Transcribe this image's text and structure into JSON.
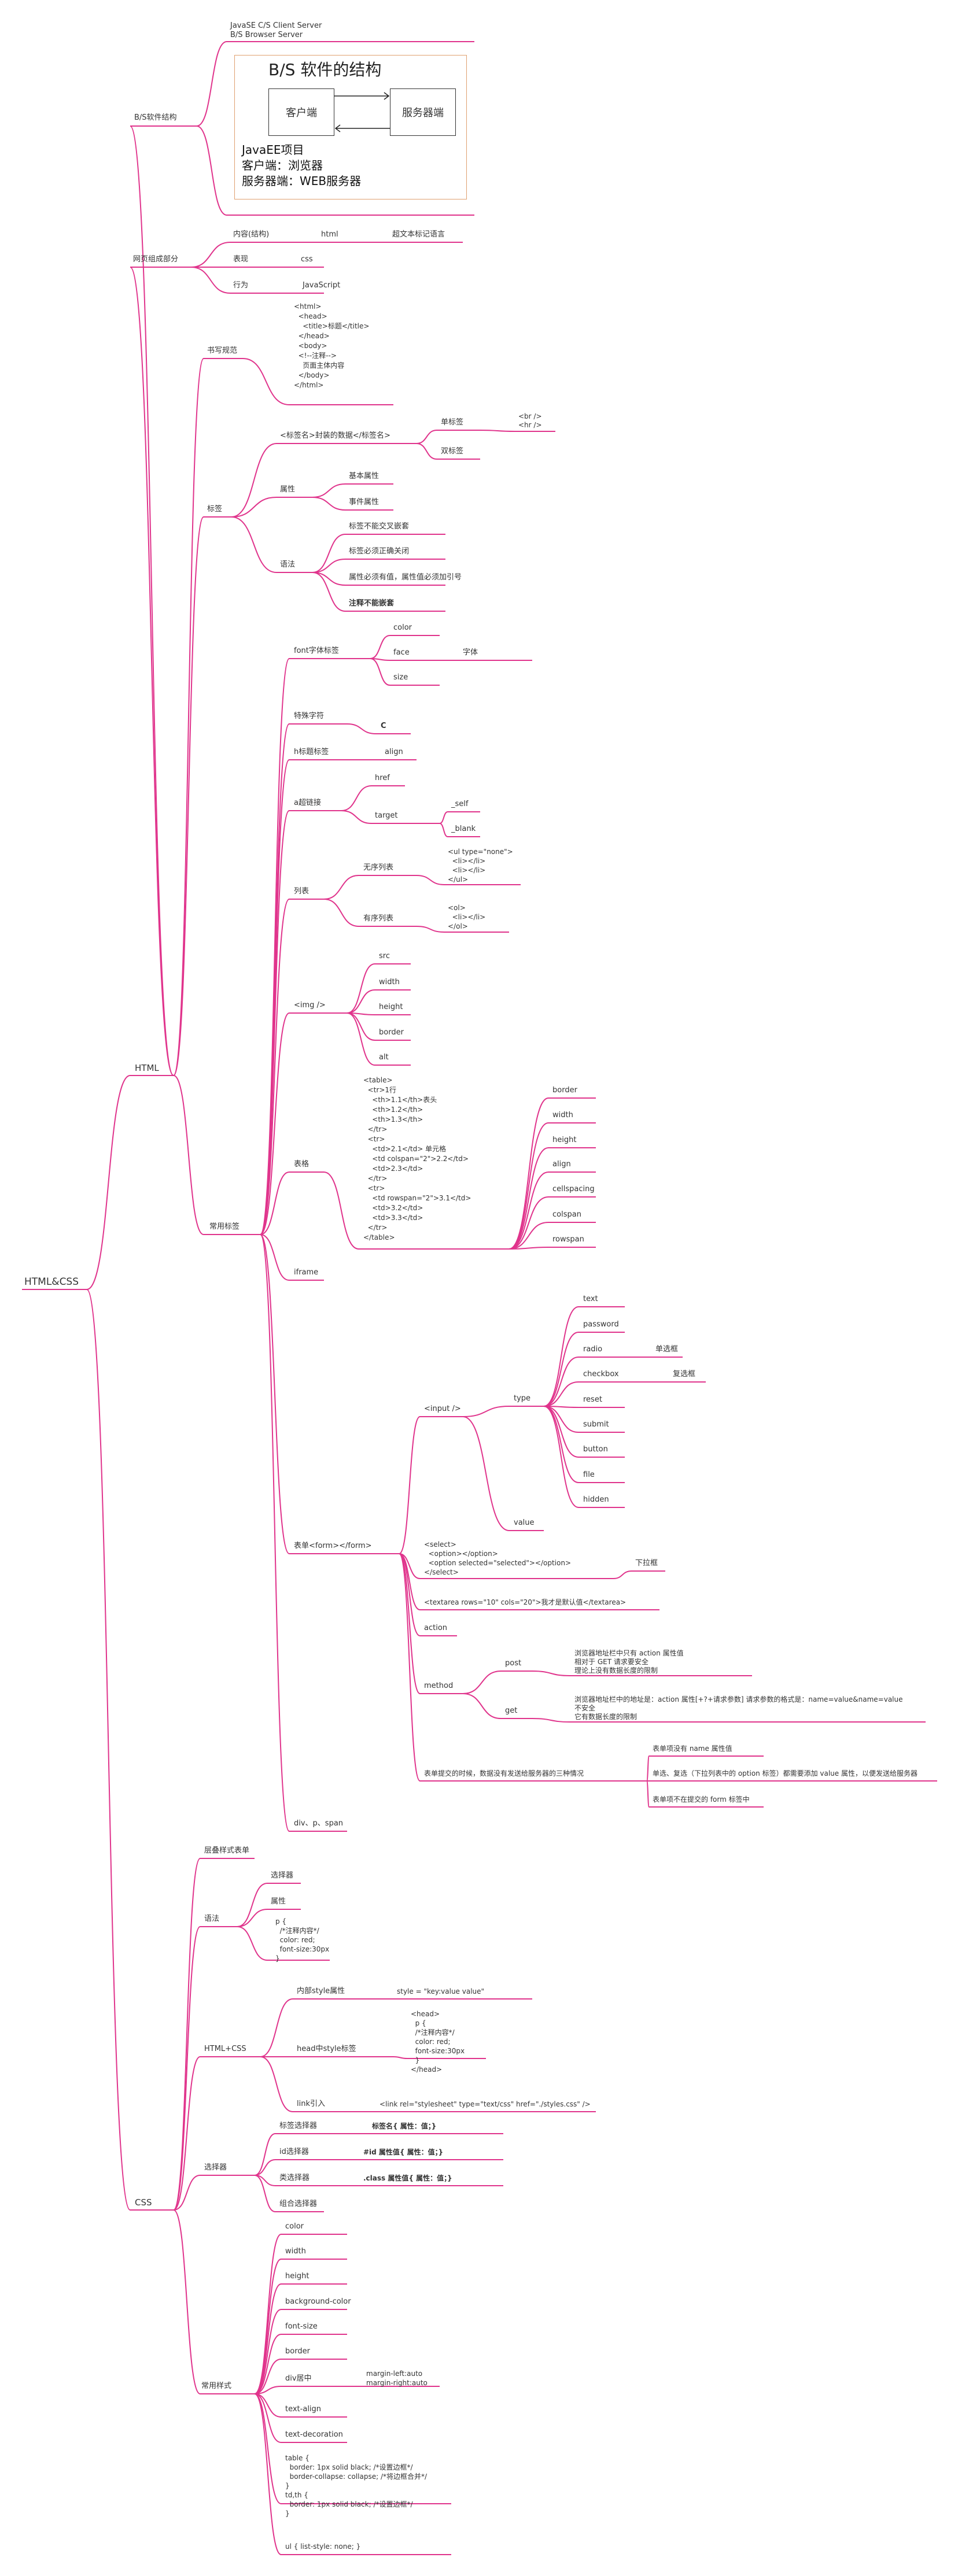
{
  "root": "HTML&CSS",
  "html": {
    "label": "HTML",
    "bs": {
      "label": "B/S软件结构",
      "items": [
        "JavaSE C/S Client Server",
        "B/S Browser Server"
      ],
      "diagram": {
        "title": "B/S 软件的结构",
        "client": "客户端",
        "server": "服务器端",
        "lines": [
          "JavaEE项目",
          "客户端：浏览器",
          "服务器端：WEB服务器"
        ]
      }
    },
    "parts": {
      "label": "网页组成部分",
      "rows": [
        {
          "name": "内容(结构)",
          "tech": "html",
          "note": "超文本标记语言"
        },
        {
          "name": "表现",
          "tech": "css"
        },
        {
          "name": "行为",
          "tech": "JavaScript"
        }
      ]
    },
    "spec": {
      "label": "书写规范",
      "code": "<html>\n  <head>\n    <title>标题</title>\n  </head>\n  <body>\n  <!--注释-->\n    页面主体内容\n  </body>\n</html>"
    },
    "tag": {
      "label": "标签",
      "format": "<标签名>封装的数据</标签名>",
      "single": "单标签",
      "single_ex": "<br />\n<hr />",
      "double": "双标签",
      "attr": "属性",
      "attr_items": [
        "基本属性",
        "事件属性"
      ],
      "syntax": "语法",
      "syntax_items": [
        "标签不能交叉嵌套",
        "标签必须正确关闭",
        "属性必须有值，属性值必须加引号",
        "注释不能嵌套"
      ]
    },
    "common": {
      "label": "常用标签",
      "font": {
        "label": "font字体标签",
        "items": [
          "color",
          "face",
          "size"
        ],
        "face_note": "字体"
      },
      "special": {
        "label": "特殊字符",
        "item": "C"
      },
      "heading": {
        "label": "h标题标签",
        "item": "align"
      },
      "a": {
        "label": "a超链接",
        "href": "href",
        "target": "target",
        "targets": [
          "_self",
          "_blank"
        ]
      },
      "list": {
        "label": "列表",
        "ul": "无序列表",
        "ul_code": "<ul type=\"none\">\n  <li></li>\n  <li></li>\n</ul>",
        "ol": "有序列表",
        "ol_code": "<ol>\n  <li></li>\n</ol>"
      },
      "img": {
        "label": "<img />",
        "items": [
          "src",
          "width",
          "height",
          "border",
          "alt"
        ]
      },
      "table": {
        "label": "表格",
        "code": "<table>\n  <tr>1行\n    <th>1.1</th>表头\n    <th>1.2</th>\n    <th>1.3</th>\n  </tr>\n  <tr>\n    <td>2.1</td> 单元格\n    <td colspan=\"2\">2.2</td>\n    <td>2.3</td>\n  </tr>\n  <tr>\n    <td rowspan=\"2\">3.1</td>\n    <td>3.2</td>\n    <td>3.3</td>\n  </tr>\n</table>",
        "attrs": [
          "border",
          "width",
          "height",
          "align",
          "cellspacing",
          "colspan",
          "rowspan"
        ]
      },
      "iframe": "iframe",
      "form": {
        "label": "表单<form></form>",
        "input": "<input />",
        "type": "type",
        "types": [
          "text",
          "password",
          "radio",
          "checkbox",
          "reset",
          "submit",
          "button",
          "file",
          "hidden"
        ],
        "radio_note": "单选框",
        "checkbox_note": "复选框",
        "value": "value",
        "select_code": "<select>\n  <option></option>\n  <option selected=\"selected\"></option>\n</select>",
        "select_note": "下拉框",
        "textarea": "<textarea rows=\"10\" cols=\"20\">我才是默认值</textarea>",
        "action": "action",
        "method": "method",
        "post": "post",
        "post_note": "浏览器地址栏中只有 action 属性值\n相对于 GET 请求要安全\n理论上没有数据长度的限制",
        "get": "get",
        "get_note": "浏览器地址栏中的地址是：action 属性[+?+请求参数] 请求参数的格式是：name=value&name=value\n不安全\n它有数据长度的限制",
        "submit_label": "表单提交的时候，数据没有发送给服务器的三种情况",
        "submit_items": [
          "表单项没有 name 属性值",
          "单选、复选（下拉列表中的 option 标签）都需要添加 value 属性，以便发送给服务器",
          "表单项不在提交的 form 标签中"
        ]
      },
      "div": "div、p、span"
    }
  },
  "css": {
    "label": "CSS",
    "intro": "层叠样式表单",
    "syntax": {
      "label": "语法",
      "items": [
        "选择器",
        "属性"
      ],
      "code": "p {\n  /*注释内容*/\n  color: red;\n  font-size:30px\n}"
    },
    "combine": {
      "label": "HTML+CSS",
      "inline": "内部style属性",
      "inline_code": "style = \"key:value value\"",
      "head": "head中style标签",
      "head_code": "<head>\n  p {\n  /*注释内容*/\n  color: red;\n  font-size:30px\n  }\n</head>",
      "link": "link引入",
      "link_code": "<link rel=\"stylesheet\" type=\"text/css\" href=\"./styles.css\" />"
    },
    "selector": {
      "label": "选择器",
      "rows": [
        {
          "name": "标签选择器",
          "syntax": "标签名{ 属性：值；}"
        },
        {
          "name": "id选择器",
          "syntax": "#id 属性值{ 属性：值；}"
        },
        {
          "name": "类选择器",
          "syntax": ".class 属性值{ 属性：值；}"
        },
        {
          "name": "组合选择器"
        }
      ]
    },
    "styles": {
      "label": "常用样式",
      "items": [
        "color",
        "width",
        "height",
        "background-color",
        "font-size",
        "border",
        "div居中",
        "text-align",
        "text-decoration"
      ],
      "center_code": "margin-left:auto\nmargin-right:auto",
      "table_code": "table {\n  border: 1px solid black; /*设置边框*/\n  border-collapse: collapse; /*将边框合并*/\n}\ntd,th {\n  border: 1px solid black; /*设置边框*/\n}",
      "ul_code": "ul { list-style: none; }"
    }
  },
  "colors": {
    "branch": "#e0348c",
    "text": "#333333",
    "box_border": "#e0a070"
  }
}
